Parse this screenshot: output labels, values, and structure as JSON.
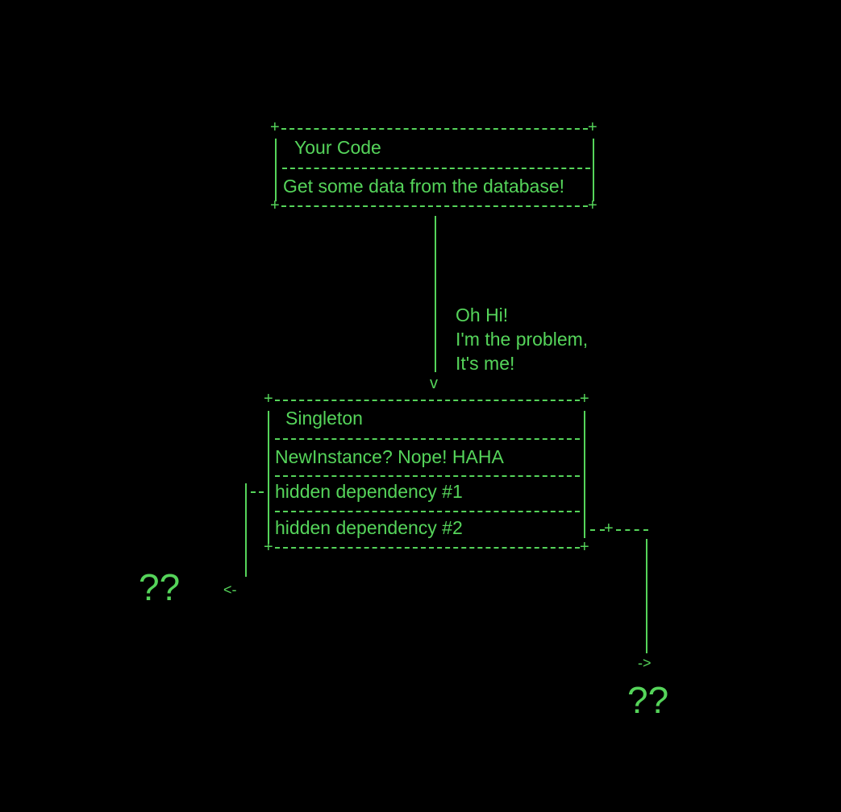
{
  "theme": {
    "background": "#000000",
    "foreground": "#55d45a"
  },
  "top_box": {
    "title": "Your Code",
    "body": "Get some data from the database!"
  },
  "connector": {
    "annotation": [
      "Oh Hi!",
      "I'm the problem,",
      "It's me!"
    ],
    "arrow_head": "v"
  },
  "singleton_box": {
    "title": "Singleton",
    "rows": [
      "NewInstance? Nope! HAHA",
      "hidden dependency #1",
      "hidden dependency #2"
    ]
  },
  "left_branch": {
    "arrow": "<-",
    "target": "??"
  },
  "right_branch": {
    "arrow": "->",
    "target": "??"
  }
}
